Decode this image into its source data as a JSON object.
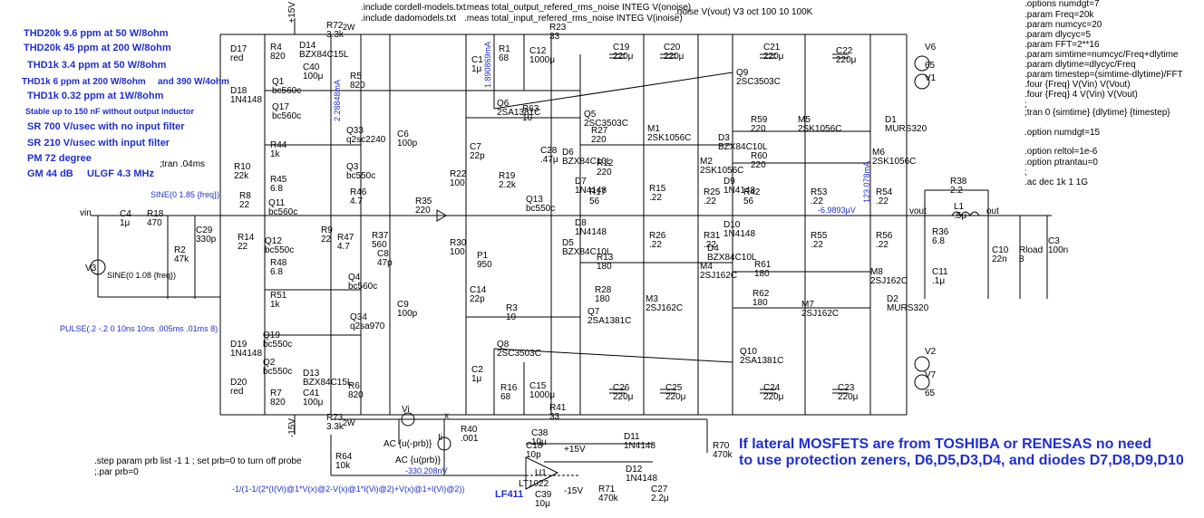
{
  "notes_blue": [
    "THD20k 9.6 ppm at 50 W/8ohm",
    "THD20k 45 ppm at 200 W/8ohm",
    "THD1k 3.4 ppm at 50 W/8ohm",
    "THD1k 6 ppm at 200 W/8ohm",
    "and 390 W/4ohm",
    "THD1k 0.32 ppm at 1W/8ohm",
    "Stable up to 150 nF without output inductor",
    "SR 700 V/usec with no input filter",
    "SR 210 V/usec with input filter",
    "PM  72 degree",
    "GM  44 dB",
    "ULGF 4.3 MHz"
  ],
  "directives_top": [
    ".include cordell-models.txt",
    ".include dadomodels.txt",
    ".meas total_output_refered_rms_noise INTEG V(onoise)",
    ".meas total_input_refered_rms_noise INTEG V(inoise)",
    ".noise V(vout) V3 oct 100 10 100K"
  ],
  "directives_right": [
    ".options numdgt=7",
    ".param Freq=20k",
    ".param numcyc=20",
    ".param dlycyc=5",
    ".param FFT=2**16",
    ".param simtime=numcyc/Freq+dlytime",
    ".param dlytime=dlycyc/Freq",
    ".param timestep=(simtime-dlytime)/FFT",
    ".four {Freq} V(Vin) V(Vout)",
    ".four {Freq} 4 V(Vin) V(Vout)",
    ";",
    ";tran 0 {simtime} {dlytime} {timestep}",
    ".option numdgt=15",
    ".option reltol=1e-6",
    ".option ptrantau=0",
    ";",
    ".ac dec 1k 1 1G"
  ],
  "tran_note": ";tran .04ms",
  "step_notes": [
    ".step param prb list -1 1 ; set prb=0 to turn off probe",
    ";.par prb=0"
  ],
  "formula": "-1/(1-1/(2*(I(Vi)@1*V(x)@2-V(x)@1*I(Vi)@2)+V(x)@1+I(Vi)@2))",
  "sources": {
    "sine1": "SINE(0 1.85 {freq})",
    "sine2": "SINE(0 1.08 {freq})",
    "pulse": "PULSE(.2 -.2 0 10ns 10ns .005ms .01ms 8)",
    "ac_minus": "AC {u(-prb)}",
    "ac_plus": "AC {u(prb)}"
  },
  "nets": {
    "vin": "vin",
    "vout": "vout",
    "out": "out",
    "vi": "Vi",
    "x": "x",
    "ii": "Ii"
  },
  "rails": {
    "pos": "+15V",
    "neg": "-15V",
    "pos_small": "+15V",
    "neg_small": "-15V",
    "v_2w_top": "2W",
    "v_2w_bot": "2W"
  },
  "measurements": {
    "i_q6": "1.890869mA",
    "i_r5": "2.28848mA",
    "i_out": "123.078mA",
    "v_offset": "-6.9893μV",
    "v_noise": "-330.208nV"
  },
  "op_amp": {
    "name": "LT1022",
    "ref": "U1",
    "alt": "LF411"
  },
  "bottom_note": [
    "If lateral MOSFETS are from TOSHIBA or RENESAS no need",
    "to use protection zeners, D6,D5,D3,D4, and diodes D7,D8,D9,D10"
  ],
  "supplies": [
    {
      "ref": "V6",
      "value": "65"
    },
    {
      "ref": "V1",
      "value": ""
    },
    {
      "ref": "V2",
      "value": ""
    },
    {
      "ref": "V7",
      "value": "65"
    },
    {
      "ref": "V3",
      "value": ""
    }
  ],
  "components": [
    {
      "ref": "D17",
      "value": "red"
    },
    {
      "ref": "R4",
      "value": "820"
    },
    {
      "ref": "D14",
      "value": "BZX84C15L"
    },
    {
      "ref": "C40",
      "value": "100μ"
    },
    {
      "ref": "R72",
      "value": "3.3k"
    },
    {
      "ref": "R5",
      "value": "820"
    },
    {
      "ref": "Q1",
      "value": "bc560c"
    },
    {
      "ref": "D18",
      "value": "1N4148"
    },
    {
      "ref": "Q17",
      "value": "bc560c"
    },
    {
      "ref": "Q33",
      "value": "q2sc2240"
    },
    {
      "ref": "R44",
      "value": "1k"
    },
    {
      "ref": "R10",
      "value": "22k"
    },
    {
      "ref": "Q3",
      "value": "bc550c"
    },
    {
      "ref": "R45",
      "value": "6.8"
    },
    {
      "ref": "R8",
      "value": "22"
    },
    {
      "ref": "Q11",
      "value": "bc560c"
    },
    {
      "ref": "R46",
      "value": "4.7"
    },
    {
      "ref": "C6",
      "value": "100p"
    },
    {
      "ref": "R35",
      "value": "220"
    },
    {
      "ref": "C4",
      "value": "1μ"
    },
    {
      "ref": "R18",
      "value": "470"
    },
    {
      "ref": "C29",
      "value": "330p"
    },
    {
      "ref": "R2",
      "value": "47k"
    },
    {
      "ref": "R14",
      "value": "22"
    },
    {
      "ref": "Q12",
      "value": "bc550c"
    },
    {
      "ref": "R9",
      "value": "22"
    },
    {
      "ref": "R47",
      "value": "4.7"
    },
    {
      "ref": "R37",
      "value": "560"
    },
    {
      "ref": "C8",
      "value": "47p"
    },
    {
      "ref": "R48",
      "value": "6.8"
    },
    {
      "ref": "Q4",
      "value": "bc560c"
    },
    {
      "ref": "R51",
      "value": "1k"
    },
    {
      "ref": "C9",
      "value": "100p"
    },
    {
      "ref": "Q34",
      "value": "q2sa970"
    },
    {
      "ref": "D19",
      "value": "1N4148"
    },
    {
      "ref": "Q19",
      "value": "bc550c"
    },
    {
      "ref": "Q2",
      "value": "bc550c"
    },
    {
      "ref": "D20",
      "value": "red"
    },
    {
      "ref": "R7",
      "value": "820"
    },
    {
      "ref": "D13",
      "value": "BZX84C15L"
    },
    {
      "ref": "C41",
      "value": "100μ"
    },
    {
      "ref": "R6",
      "value": "820"
    },
    {
      "ref": "R73",
      "value": "3.3k"
    },
    {
      "ref": "C1",
      "value": "1μ"
    },
    {
      "ref": "R1",
      "value": "68"
    },
    {
      "ref": "C12",
      "value": "1000μ"
    },
    {
      "ref": "R23",
      "value": "33"
    },
    {
      "ref": "C19",
      "value": "220μ"
    },
    {
      "ref": "C20",
      "value": "220μ"
    },
    {
      "ref": "C21",
      "value": "220μ"
    },
    {
      "ref": "C22",
      "value": "220μ"
    },
    {
      "ref": "Q9",
      "value": "2SC3503C"
    },
    {
      "ref": "Q6",
      "value": "2SA1381C"
    },
    {
      "ref": "R63",
      "value": "10"
    },
    {
      "ref": "Q5",
      "value": "2SC3503C"
    },
    {
      "ref": "M1",
      "value": "2SK1056C"
    },
    {
      "ref": "R59",
      "value": "220"
    },
    {
      "ref": "M5",
      "value": "2SK1056C"
    },
    {
      "ref": "D1",
      "value": "MURS320"
    },
    {
      "ref": "M6",
      "value": "2SK1056C"
    },
    {
      "ref": "R27",
      "value": "220"
    },
    {
      "ref": "D3",
      "value": "BZX84C10L"
    },
    {
      "ref": "C7",
      "value": "22p"
    },
    {
      "ref": "C28",
      "value": ".47μ"
    },
    {
      "ref": "D6",
      "value": "BZX84C10L"
    },
    {
      "ref": "M2",
      "value": "2SK1056C"
    },
    {
      "ref": "R60",
      "value": "220"
    },
    {
      "ref": "R12",
      "value": "220"
    },
    {
      "ref": "R22",
      "value": "100"
    },
    {
      "ref": "R19",
      "value": "2.2k"
    },
    {
      "ref": "D7",
      "value": "1N4148"
    },
    {
      "ref": "D9",
      "value": "1N4148"
    },
    {
      "ref": "R17",
      "value": "56"
    },
    {
      "ref": "R15",
      "value": ".22"
    },
    {
      "ref": "R25",
      "value": ".22"
    },
    {
      "ref": "R42",
      "value": "56"
    },
    {
      "ref": "R53",
      "value": ".22"
    },
    {
      "ref": "R54",
      "value": ".22"
    },
    {
      "ref": "R38",
      "value": "2.2"
    },
    {
      "ref": "Q13",
      "value": "bc550c"
    },
    {
      "ref": "L1",
      "value": ".5μ"
    },
    {
      "ref": "D8",
      "value": "1N4148"
    },
    {
      "ref": "D10",
      "value": "1N4148"
    },
    {
      "ref": "R30",
      "value": "100"
    },
    {
      "ref": "D5",
      "value": "BZX84C10L"
    },
    {
      "ref": "R26",
      "value": ".22"
    },
    {
      "ref": "R31",
      "value": ".22"
    },
    {
      "ref": "R55",
      "value": ".22"
    },
    {
      "ref": "R56",
      "value": ".22"
    },
    {
      "ref": "R36",
      "value": "6.8"
    },
    {
      "ref": "D4",
      "value": "BZX84C10L"
    },
    {
      "ref": "P1",
      "value": "950"
    },
    {
      "ref": "R13",
      "value": "180"
    },
    {
      "ref": "M4",
      "value": "2SJ162C"
    },
    {
      "ref": "R61",
      "value": "180"
    },
    {
      "ref": "M8",
      "value": "2SJ162C"
    },
    {
      "ref": "C10",
      "value": "22n"
    },
    {
      "ref": "Rload",
      "value": "8"
    },
    {
      "ref": "C3",
      "value": "100n"
    },
    {
      "ref": "C11",
      "value": ".1μ"
    },
    {
      "ref": "C14",
      "value": "22p"
    },
    {
      "ref": "R28",
      "value": "180"
    },
    {
      "ref": "M3",
      "value": "2SJ162C"
    },
    {
      "ref": "R62",
      "value": "180"
    },
    {
      "ref": "M7",
      "value": "2SJ162C"
    },
    {
      "ref": "D2",
      "value": "MURS320"
    },
    {
      "ref": "R3",
      "value": "10"
    },
    {
      "ref": "Q7",
      "value": "2SA1381C"
    },
    {
      "ref": "Q8",
      "value": "2SC3503C"
    },
    {
      "ref": "Q10",
      "value": "2SA1381C"
    },
    {
      "ref": "C2",
      "value": "1μ"
    },
    {
      "ref": "R16",
      "value": "68"
    },
    {
      "ref": "C15",
      "value": "1000μ"
    },
    {
      "ref": "C26",
      "value": "220μ"
    },
    {
      "ref": "C25",
      "value": "220μ"
    },
    {
      "ref": "C24",
      "value": "220μ"
    },
    {
      "ref": "C23",
      "value": "220μ"
    },
    {
      "ref": "R41",
      "value": "33"
    },
    {
      "ref": "R40",
      "value": ".001"
    },
    {
      "ref": "R64",
      "value": "10k"
    },
    {
      "ref": "C38",
      "value": "10μ"
    },
    {
      "ref": "C18",
      "value": "10p"
    },
    {
      "ref": "D11",
      "value": "1N4148"
    },
    {
      "ref": "D12",
      "value": "1N4148"
    },
    {
      "ref": "R70",
      "value": "470k"
    },
    {
      "ref": "R71",
      "value": "470k"
    },
    {
      "ref": "C27",
      "value": "2.2μ"
    },
    {
      "ref": "C39",
      "value": "10μ"
    }
  ]
}
